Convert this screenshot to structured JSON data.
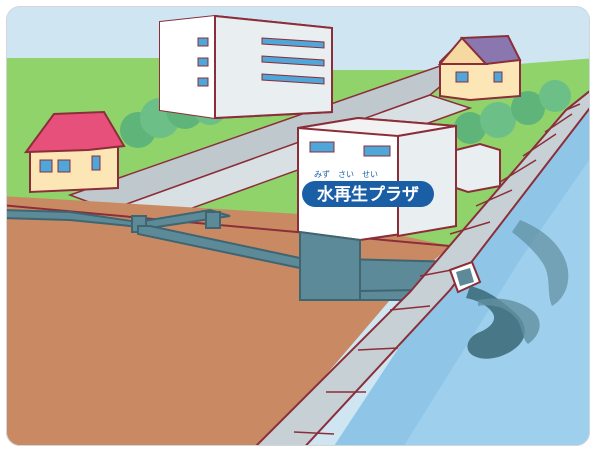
{
  "plant_label": {
    "text": "水再生プラザ",
    "ruby": [
      "みず",
      "さい",
      "せい"
    ]
  },
  "colors": {
    "sky": "#cfe6f2",
    "grass": "#8fd36a",
    "soil": "#c98a63",
    "sewer": "#5d8a98",
    "river": "#8fc6e8",
    "outline": "#8b2e3a",
    "label_bg": "#1a5fa6"
  }
}
